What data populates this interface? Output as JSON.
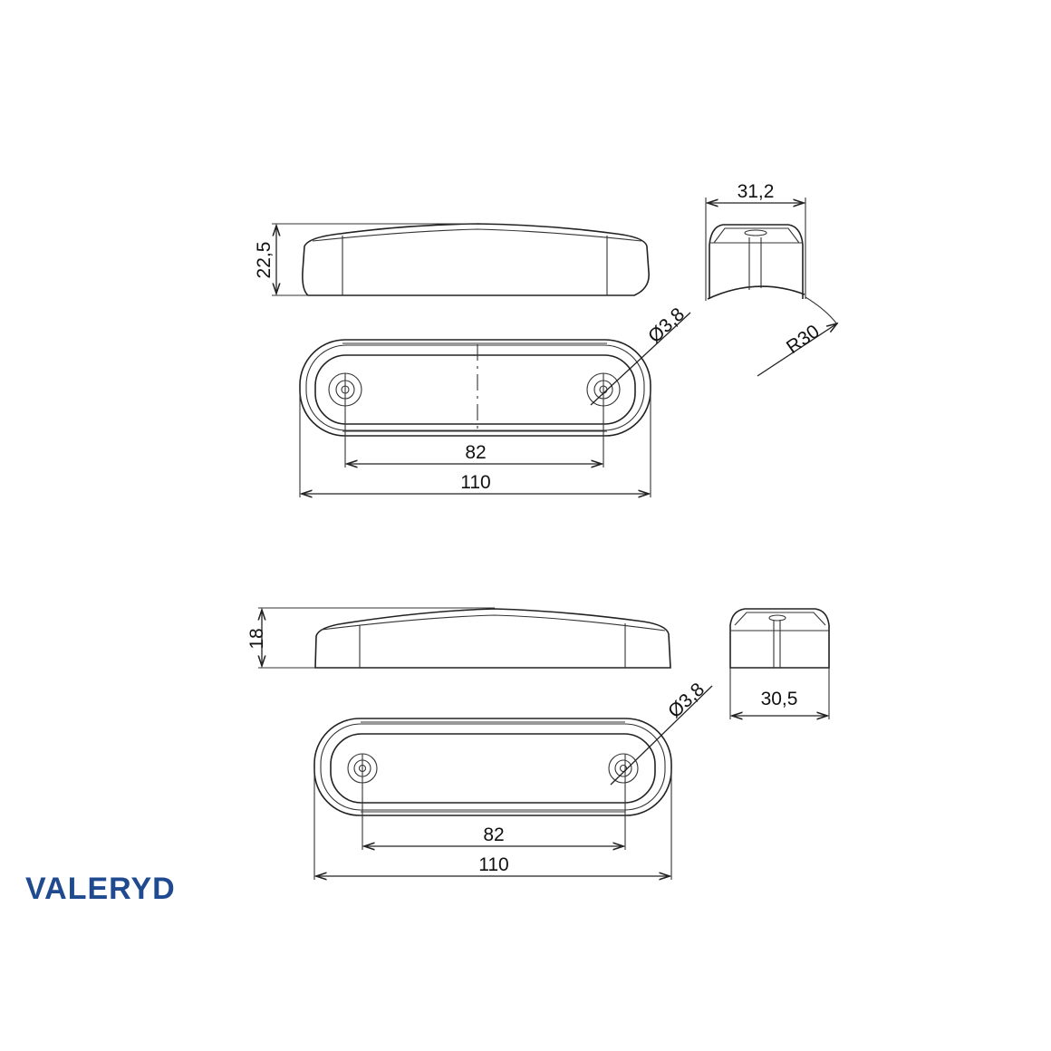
{
  "brand": {
    "logo_text": "VALERYD",
    "color": "#1f4a8f"
  },
  "variant_top": {
    "height": "22,5",
    "depth": "31,2",
    "radius": "R30",
    "hole_diameter": "Ø3,8",
    "hole_spacing": "82",
    "length": "110"
  },
  "variant_bottom": {
    "height": "18",
    "depth": "30,5",
    "hole_diameter": "Ø3,8",
    "hole_spacing": "82",
    "length": "110"
  }
}
